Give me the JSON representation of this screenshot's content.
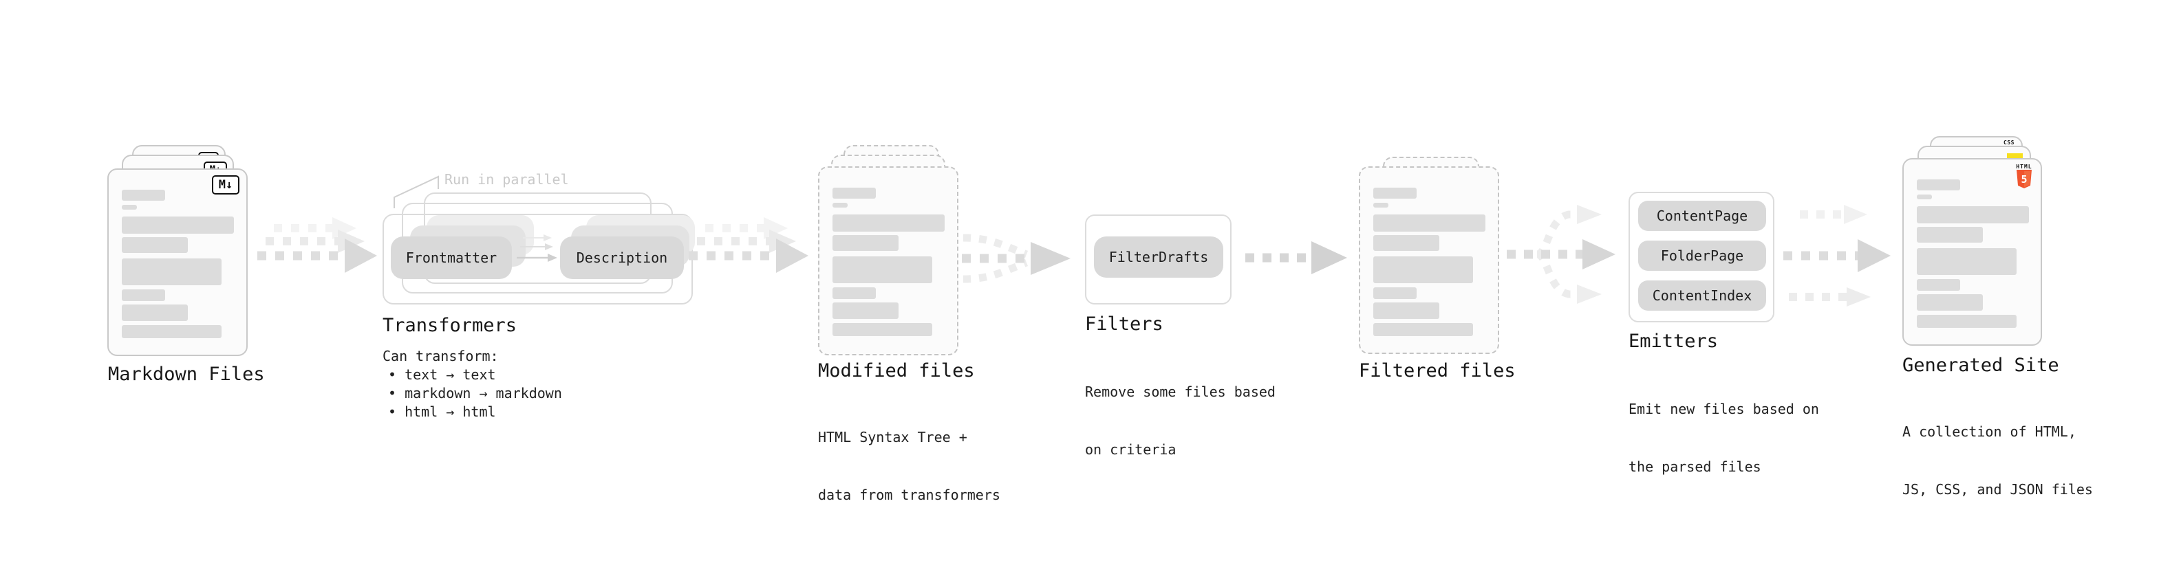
{
  "stages": {
    "markdown_files": {
      "title": "Markdown Files",
      "badge": "M↓"
    },
    "transformers": {
      "title": "Transformers",
      "annotation": "Run in parallel",
      "pill_left": "Frontmatter",
      "pill_right": "Description",
      "desc_heading": "Can transform:",
      "bullets": [
        "text → text",
        "markdown → markdown",
        "html → html"
      ]
    },
    "modified_files": {
      "title": "Modified files",
      "lines": [
        "HTML Syntax Tree +",
        "data from transformers"
      ]
    },
    "filters": {
      "title": "Filters",
      "pill": "FilterDrafts",
      "lines": [
        "Remove some files based",
        "on criteria"
      ]
    },
    "filtered_files": {
      "title": "Filtered files"
    },
    "emitters": {
      "title": "Emitters",
      "pills": [
        "ContentPage",
        "FolderPage",
        "ContentIndex"
      ],
      "lines": [
        "Emit new files based on",
        "the parsed files"
      ]
    },
    "generated_site": {
      "title": "Generated Site",
      "lines": [
        "A collection of HTML,",
        "JS, CSS, and JSON files"
      ],
      "badge_css": "CSS",
      "badge_html_top": "HTML",
      "badge_html_number": "5"
    }
  },
  "colors": {
    "accent_js": "#f7df1e",
    "accent_css": "#2d63f1",
    "accent_html": "#f0542d",
    "pill": "#d9d9d9",
    "bar": "#dcdcdc",
    "ink": "#171717",
    "muted": "#c9c9c9",
    "card_border": "#c9c9c9"
  }
}
